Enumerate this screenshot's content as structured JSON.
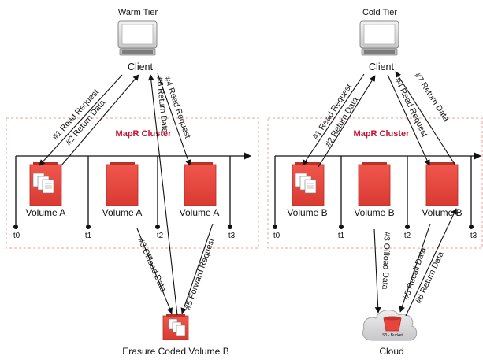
{
  "warm": {
    "tier_title": "Warm Tier",
    "client_label": "Client",
    "cluster_label": "MapR Cluster",
    "volumes": [
      "Volume A",
      "Volume A",
      "Volume A"
    ],
    "time_ticks": [
      "t0",
      "t1",
      "t2",
      "t3"
    ],
    "arrows": {
      "a1": "#1 Read Request",
      "a2": "#2 Return Data",
      "a3": "#3 Offload Data",
      "a4": "#4 Read Request",
      "a5": "#5 Forward Request",
      "a6": "#6 Return Data"
    },
    "target_label": "Erasure Coded Volume B"
  },
  "cold": {
    "tier_title": "Cold Tier",
    "client_label": "Client",
    "cluster_label": "MapR Cluster",
    "volumes": [
      "Volume B",
      "Volume B",
      "Volume B"
    ],
    "time_ticks": [
      "t0",
      "t1",
      "t2",
      "t3"
    ],
    "arrows": {
      "a1": "#1 Read Request",
      "a2": "#2 Return Data",
      "a3": "#3 Offload Data",
      "a4": "#4 Read Request",
      "a5": "#5 Recall Data",
      "a6": "#6 Return Data",
      "a7": "#7 Return Data"
    },
    "bucket_label": "S3 - Bucket",
    "target_label": "Cloud"
  },
  "colors": {
    "volume_red": "#e8453c",
    "volume_red_dark": "#c9302c",
    "cluster_red": "#c8102e",
    "dash_border": "#e7a3a3",
    "cloud_grey": "#d9d9db"
  }
}
